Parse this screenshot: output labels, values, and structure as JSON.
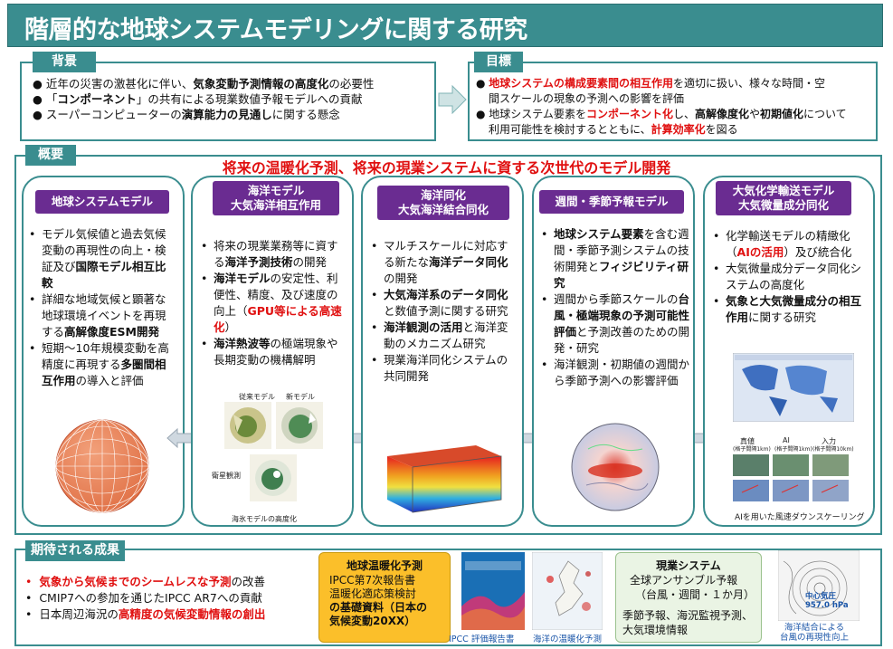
{
  "title": "階層的な地球システムモデリングに関する研究",
  "background": {
    "tab": "背景",
    "items": [
      [
        "近年の災害の激甚化に伴い、",
        "気象変動予測情報の高度化",
        "の必要性"
      ],
      [
        "「",
        "コンポーネント",
        "」の共有による現業数値予報モデルへの貢献"
      ],
      [
        "スーパーコンピューターの",
        "演算能力の見通し",
        "に関する懸念"
      ]
    ]
  },
  "goal": {
    "tab": "目標",
    "line1a": "地球システムの構成要素間の相互作用",
    "line1b": "を適切に扱い、様々な時間・空",
    "line2": "間スケールの現象の予測への影響を評価",
    "line3a": "地球システム要素を",
    "line3b": "コンポーネント化",
    "line3c": "し、",
    "line3d": "高解像度化",
    "line3e": "や",
    "line3f": "初期値化",
    "line3g": "について",
    "line4a": "利用可能性を検討するとともに、",
    "line4b": "計算効率化",
    "line4c": "を図る"
  },
  "overview": {
    "tab": "概要",
    "headline": "将来の温暖化予測、将来の現業システムに資する次世代のモデル開発",
    "columns": [
      {
        "title": [
          "地球システムモデル"
        ],
        "lines": [
          [
            [
              "モデル気候値と過去気",
              ""
            ]
          ],
          [
            [
              "候変動の再現性の向",
              ""
            ]
          ],
          [
            [
              "上・検証及び",
              ""
            ],
            [
              "国際モデ",
              "b"
            ]
          ],
          [
            [
              "ル相互比較",
              "b"
            ]
          ]
        ],
        "bullets": [
          [
            [
              "モデル気候値と過去気候変動の再現性の向上・検証及び",
              ""
            ],
            [
              "国際モデル相互比較",
              "b"
            ]
          ],
          [
            [
              "詳細な地域気候と顕著な地球環境イベントを再現する",
              ""
            ],
            [
              "高解像度ESM開発",
              "b"
            ]
          ],
          [
            [
              "短期～10年規模変動を高精度に再現する",
              ""
            ],
            [
              "多圏間相互作用",
              "b"
            ],
            [
              "の導入と評価",
              ""
            ]
          ]
        ]
      },
      {
        "title": [
          "海洋モデル",
          "大気海洋相互作用"
        ],
        "bullets": [
          [
            [
              "将来の現業業務等に資する",
              ""
            ],
            [
              "海洋予測技術",
              "b"
            ],
            [
              "の開発",
              ""
            ]
          ],
          [
            [
              "海洋モデル",
              "b"
            ],
            [
              "の安定性、利便性、精度、及び速度の向上（",
              ""
            ],
            [
              "GPU等による高速化",
              "r"
            ],
            [
              "）",
              ""
            ]
          ],
          [
            [
              "海洋熱波等",
              "b"
            ],
            [
              "の極端現象や長期変動の機構解明",
              ""
            ]
          ]
        ],
        "captions": [
          "従来モデル",
          "新モデル",
          "衛星観測",
          "海氷モデルの高度化"
        ]
      },
      {
        "title": [
          "海洋同化",
          "大気海洋結合同化"
        ],
        "bullets": [
          [
            [
              "マルチスケールに対応する新たな",
              ""
            ],
            [
              "海洋データ同化",
              "b"
            ],
            [
              "の開発",
              ""
            ]
          ],
          [
            [
              "大気海洋系のデータ同化",
              "b"
            ],
            [
              "と数値予測に関する研究",
              ""
            ]
          ],
          [
            [
              "海洋観測の活用",
              "b"
            ],
            [
              "と海洋変動のメカニズム研究",
              ""
            ]
          ],
          [
            [
              "現業海洋同化システムの共同開発",
              ""
            ]
          ]
        ]
      },
      {
        "title": [
          "週間・季節予報モデル"
        ],
        "bullets": [
          [
            [
              "地球システム要素",
              "b"
            ],
            [
              "を含む週間・季節予測システムの技術開発と",
              ""
            ],
            [
              "フィジビリティ研究",
              "b"
            ]
          ],
          [
            [
              "週間から季節スケールの",
              ""
            ],
            [
              "台風・極端現象の予測可能性評価",
              "b"
            ],
            [
              "と予測改善のための開発・研究",
              ""
            ]
          ],
          [
            [
              "海洋観測・初期値の週間から季節予測への影響評価",
              ""
            ]
          ]
        ]
      },
      {
        "title": [
          "大気化学輸送モデル",
          "大気微量成分同化"
        ],
        "bullets": [
          [
            [
              "化学輸送モデルの精緻化（",
              ""
            ],
            [
              "AIの活用",
              "r"
            ],
            [
              "）及び統合化",
              ""
            ]
          ],
          [
            [
              "大気微量成分データ同化システムの高度化",
              ""
            ]
          ],
          [
            [
              "気象と大気微量成分の相互作用",
              "b"
            ],
            [
              "に関する研究",
              ""
            ]
          ]
        ],
        "captions": [
          "真値",
          "AI",
          "入力",
          "(格子間隔1km)",
          "(格子間隔1km)",
          "(格子間隔10km)",
          "AIを用いた風速ダウンスケーリング"
        ]
      }
    ]
  },
  "results": {
    "tab": "期待される成果",
    "items": [
      [
        [
          "気象から気候までのシームレスな予測",
          "r"
        ],
        [
          "の改善",
          ""
        ]
      ],
      [
        [
          "CMIP7への参加を通じたIPCC AR7への貢献",
          ""
        ]
      ],
      [
        [
          "日本周辺海況の",
          ""
        ],
        [
          "高精度の気候変動情報の創出",
          "r"
        ]
      ]
    ],
    "warming_box": {
      "title": "地球温暖化予測",
      "lines": [
        "IPCC第7次報告書",
        "温暖化適応策検討",
        "の基礎資料（日本の",
        "気候変動20XX）"
      ]
    },
    "img_captions": [
      "IPCC 評価報告書",
      "海洋の温暖化予測"
    ],
    "ops_box": {
      "title": "現業システム",
      "lines": [
        "全球アンサンブル予報",
        "（台風・週間・１か月）",
        "季節予報、海況監視予測、",
        "大気環境情報"
      ]
    },
    "typhoon_caption": [
      "海洋結合による",
      "台風の再現性向上"
    ],
    "typhoon_label": [
      "中心気圧",
      "957.0 hPa"
    ]
  }
}
